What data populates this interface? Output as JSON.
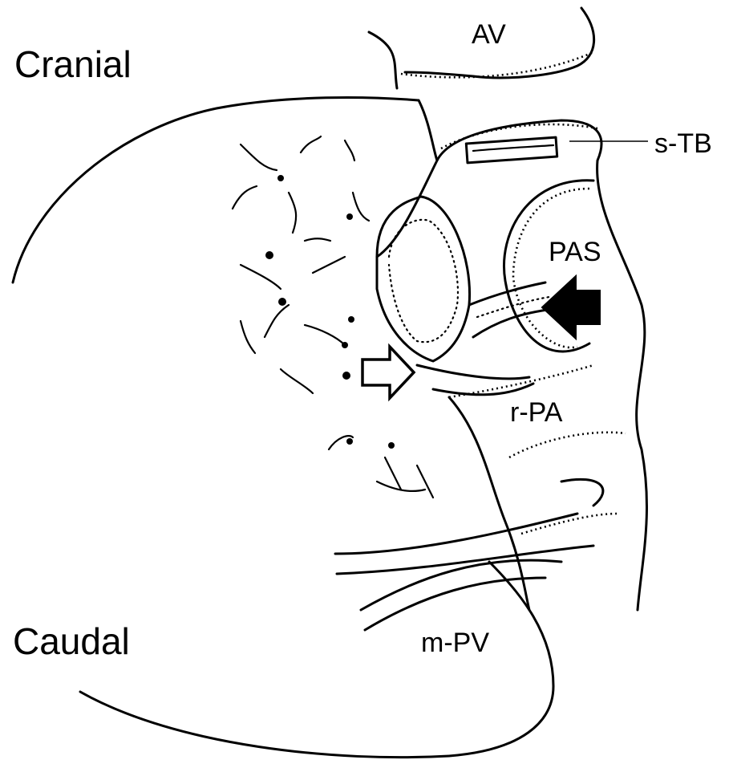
{
  "labels": {
    "cranial": "Cranial",
    "caudal": "Caudal",
    "av": "AV",
    "s_tb": "s-TB",
    "pas": "PAS",
    "r_pa": "r-PA",
    "m_pv": "m-PV"
  },
  "arrows": {
    "solid_arrow": "black-filled-arrow",
    "open_arrow": "open-outline-arrow"
  }
}
